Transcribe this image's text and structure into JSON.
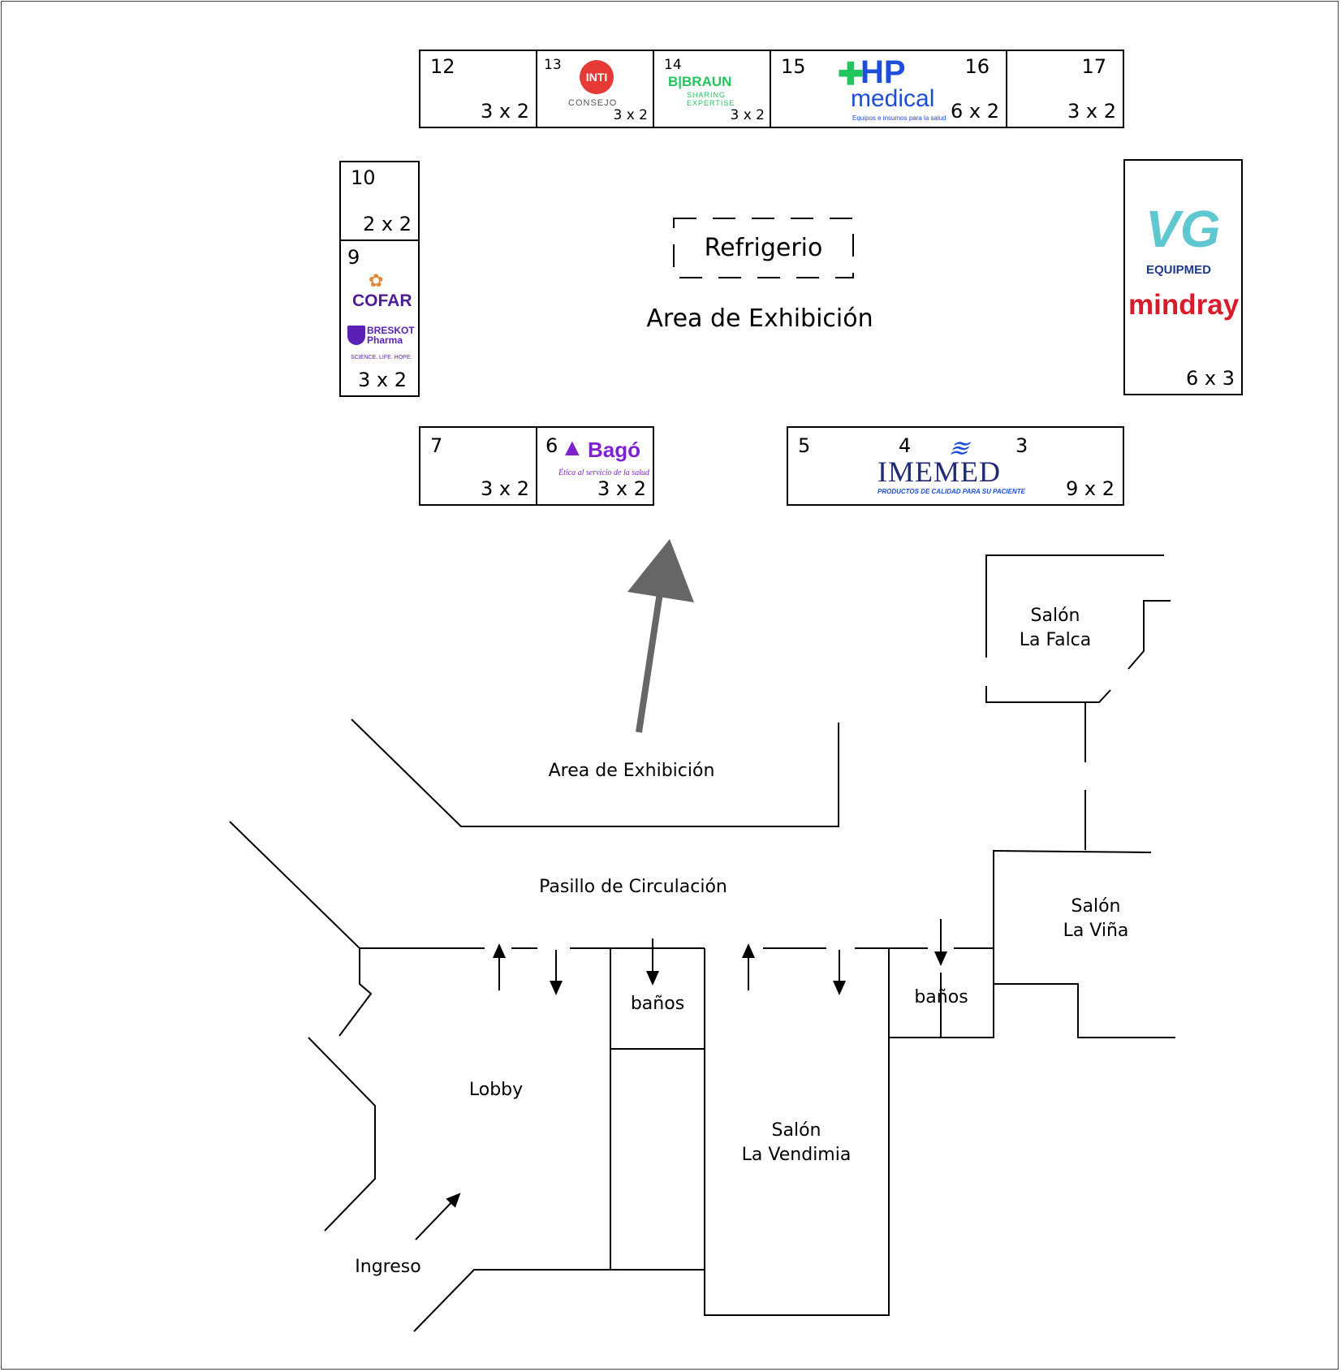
{
  "booths": [
    {
      "id": "12",
      "size": "3 x 2"
    },
    {
      "id": "13",
      "size": "3 x 2",
      "logo_text": "INTI",
      "logo_sub": "CONSEJO"
    },
    {
      "id": "14",
      "size": "3 x 2",
      "logo_text": "B|BRAUN",
      "logo_sub": "SHARING EXPERTISE"
    },
    {
      "id": "15",
      "logo_text": "HP",
      "logo_sub": "medical",
      "logo_tag": "Equipos e insumos para la salud"
    },
    {
      "id": "16",
      "size": "6 x 2"
    },
    {
      "id": "17",
      "size": "3 x 2"
    },
    {
      "id": "10",
      "size": "2 x 2"
    },
    {
      "id": "9",
      "size": "3 x 2",
      "logo_text": "COFAR",
      "logo_sub": "BRESKOT Pharma",
      "logo_tag": "SCIENCE. LIFE. HOPE."
    },
    {
      "id": "vg",
      "size": "6 x 3",
      "logo_text": "EQUIPMED",
      "logo_sub": "mindray"
    },
    {
      "id": "7",
      "size": "3 x 2"
    },
    {
      "id": "6",
      "size": "3 x 2",
      "logo_text": "Bagó",
      "logo_sub": "Ética al servicio de la salud"
    },
    {
      "id": "5"
    },
    {
      "id": "4"
    },
    {
      "id": "3",
      "size": "9 x 2",
      "logo_text": "IMEMED",
      "logo_sub": "PRODUCTOS DE CALIDAD PARA SU PACIENTE"
    }
  ],
  "labels": {
    "refrigerio": "Refrigerio",
    "area_top": "Area de Exhibición",
    "area_mid": "Area de Exhibición",
    "pasillo": "Pasillo de Circulación",
    "banos_1": "baños",
    "banos_2": "baños",
    "lobby": "Lobby",
    "ingreso": "Ingreso",
    "salon_falca_1": "Salón",
    "salon_falca_2": "La Falca",
    "salon_vina_1": "Salón",
    "salon_vina_2": "La Viña",
    "salon_vendimia_1": "Salón",
    "salon_vendimia_2": "La Vendimia"
  },
  "colors": {
    "inti_red": "#e53935",
    "braun_green": "#22c55e",
    "hp_green": "#22c55e",
    "hp_blue": "#1d4ed8",
    "cofar_purple": "#4c1d95",
    "vg_teal": "#5fc7cf",
    "vg_navy": "#1e3a8a",
    "mindray_red": "#d81b2a",
    "bago_purple": "#7e22ce",
    "imemed_navy": "#1e2a78",
    "imemed_blue": "#1d4ed8",
    "arrow_gray": "#666666"
  }
}
